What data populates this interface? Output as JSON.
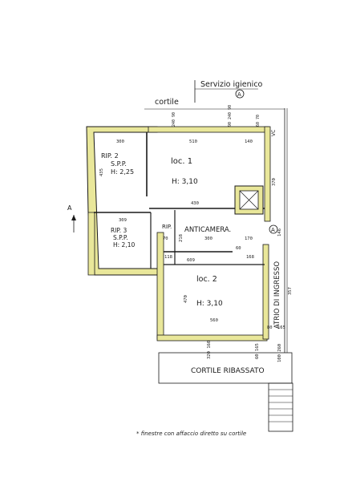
{
  "colors": {
    "wall_fill": "#e9e79a",
    "line": "#1a1a1a",
    "background": "#ffffff"
  },
  "labels": {
    "servizio_igienico": "Servizio igienico",
    "servizio_marker": "A",
    "cortile_top": "cortile",
    "loc1_name": "loc. 1",
    "loc1_height": "H: 3,10",
    "rip2_name": "RIP. 2",
    "rip2_spp": "S.P.P.",
    "rip2_height": "H: 2,25",
    "rip3_name": "RIP. 3",
    "rip3_spp": "S.P.P.",
    "rip3_height": "H: 2,10",
    "rip_small": "RIP.",
    "anticamera": "ANTICAMERA.",
    "anticamera_marker": "A",
    "loc2_name": "loc. 2",
    "loc2_height": "H: 3,10",
    "atrio": "ATRIO DI INGRESSO",
    "cortile_ribassato": "CORTILE RIBASSATO",
    "section_marker": "A",
    "vc": "VC",
    "footnote": "* finestre con affaccio diretto su cortile"
  },
  "dimensions": {
    "d300": "300",
    "d510": "510",
    "d140": "140",
    "d240_90": "240 90",
    "d90_240_90": "90 240 90",
    "d60_70": "60 70",
    "d430": "430",
    "d370": "370",
    "d435": "435",
    "d309": "309",
    "d70": "70",
    "d218": "218",
    "d300b": "300",
    "d170": "170",
    "d60": "60",
    "d168": "168",
    "d146": "146",
    "d609": "609",
    "d118": "118",
    "d470": "470",
    "d560": "560",
    "d357": "357",
    "d80": "80",
    "d165": "165",
    "d320_160": "320 160",
    "d60_165": "60 165",
    "d100_260": "100 260"
  }
}
